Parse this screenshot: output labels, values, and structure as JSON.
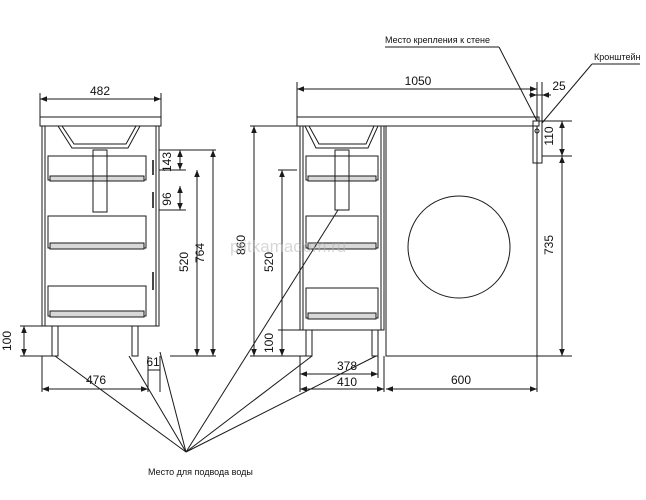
{
  "notes": {
    "wall_mount": "Место крепления к стене",
    "bracket": "Кронштейн",
    "water_supply": "Место для подвода воды"
  },
  "watermark": "plitkamadom.ru",
  "dimensions": {
    "side_width_top": "482",
    "side_depth_bottom": "476",
    "side_offset_bottom": "61",
    "side_leg_height": "100",
    "side_143": "143",
    "side_96": "96",
    "side_520": "520",
    "side_764": "764",
    "front_height_860": "860",
    "front_520": "520",
    "front_leg_100": "100",
    "front_total_width": "1050",
    "front_bracket_25": "25",
    "front_110": "110",
    "front_735": "735",
    "front_378": "378",
    "front_410": "410",
    "front_600": "600"
  }
}
